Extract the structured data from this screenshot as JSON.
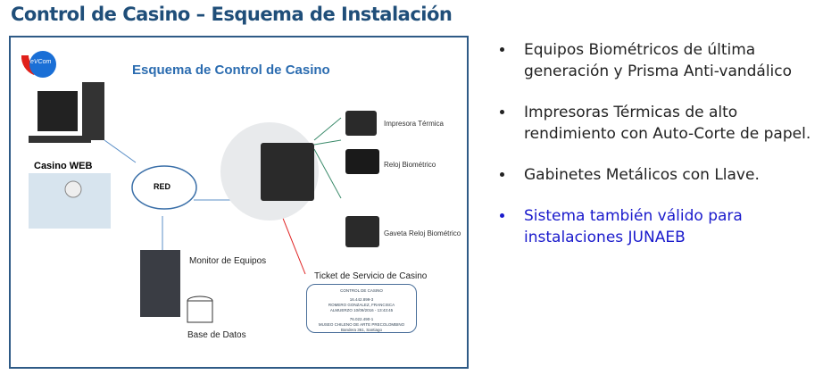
{
  "title": "Control de Casino – Esquema de Instalación",
  "diagram": {
    "logo": "eVCom",
    "heading": "Esquema de Control de Casino",
    "casino_web": "Casino WEB",
    "red": "RED",
    "monitor": "Monitor de Equipos",
    "base_datos": "Base de Datos",
    "impresora": "Impresora Térmica",
    "reloj": "Reloj Biométrico",
    "gaveta": "Gaveta Reloj Biométrico",
    "ticket_title": "Ticket de Servicio de Casino",
    "ticket_lines": [
      "CONTROL DE CASINO",
      "16.442.899-3",
      "ROMERO GONZALEZ, FRANCISCA",
      "ALMUERZO 10/09/2016 - 13:43:45",
      "76.022.490-1",
      "MUSEO CHILENO DE ARTE PRECOLOMBINO",
      "Bandera 361, Santiago"
    ]
  },
  "bullets": [
    "Equipos Biométricos de última generación y Prisma Anti-vandálico",
    "Impresoras Térmicas de alto rendimiento con Auto-Corte de papel.",
    "Gabinetes Metálicos con Llave.",
    "Sistema también válido para instalaciones  JUNAEB"
  ]
}
